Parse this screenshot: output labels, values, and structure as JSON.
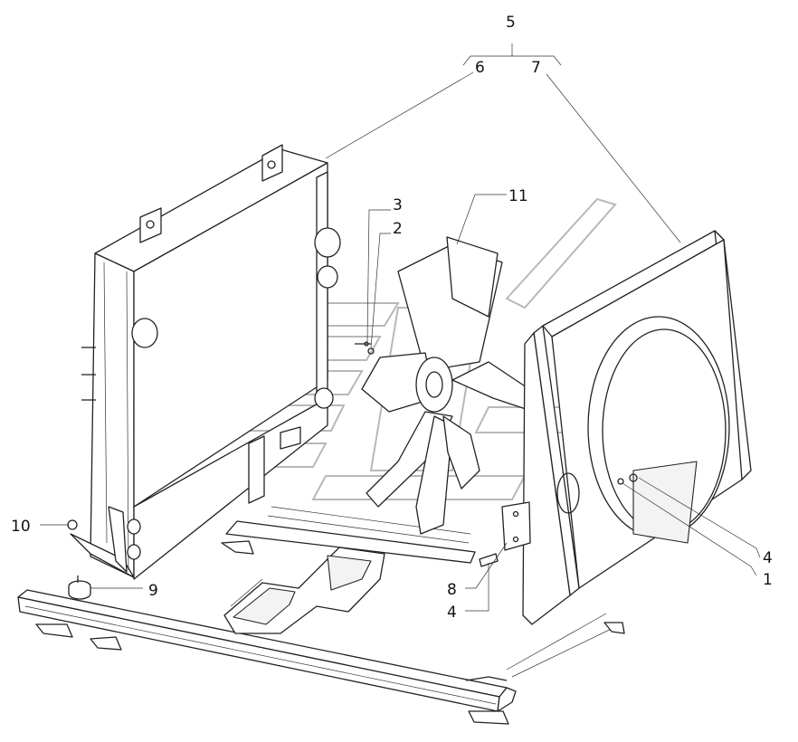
{
  "callouts": {
    "c5": "5",
    "c6": "6",
    "c7": "7",
    "c3": "3",
    "c2": "2",
    "c11": "11",
    "c10": "10",
    "c9": "9",
    "c8": "8",
    "c4a": "4",
    "c4b": "4",
    "c1": "1"
  },
  "colors": {
    "line": "#222222",
    "watermark": "#b8b8b8",
    "background": "#ffffff"
  }
}
